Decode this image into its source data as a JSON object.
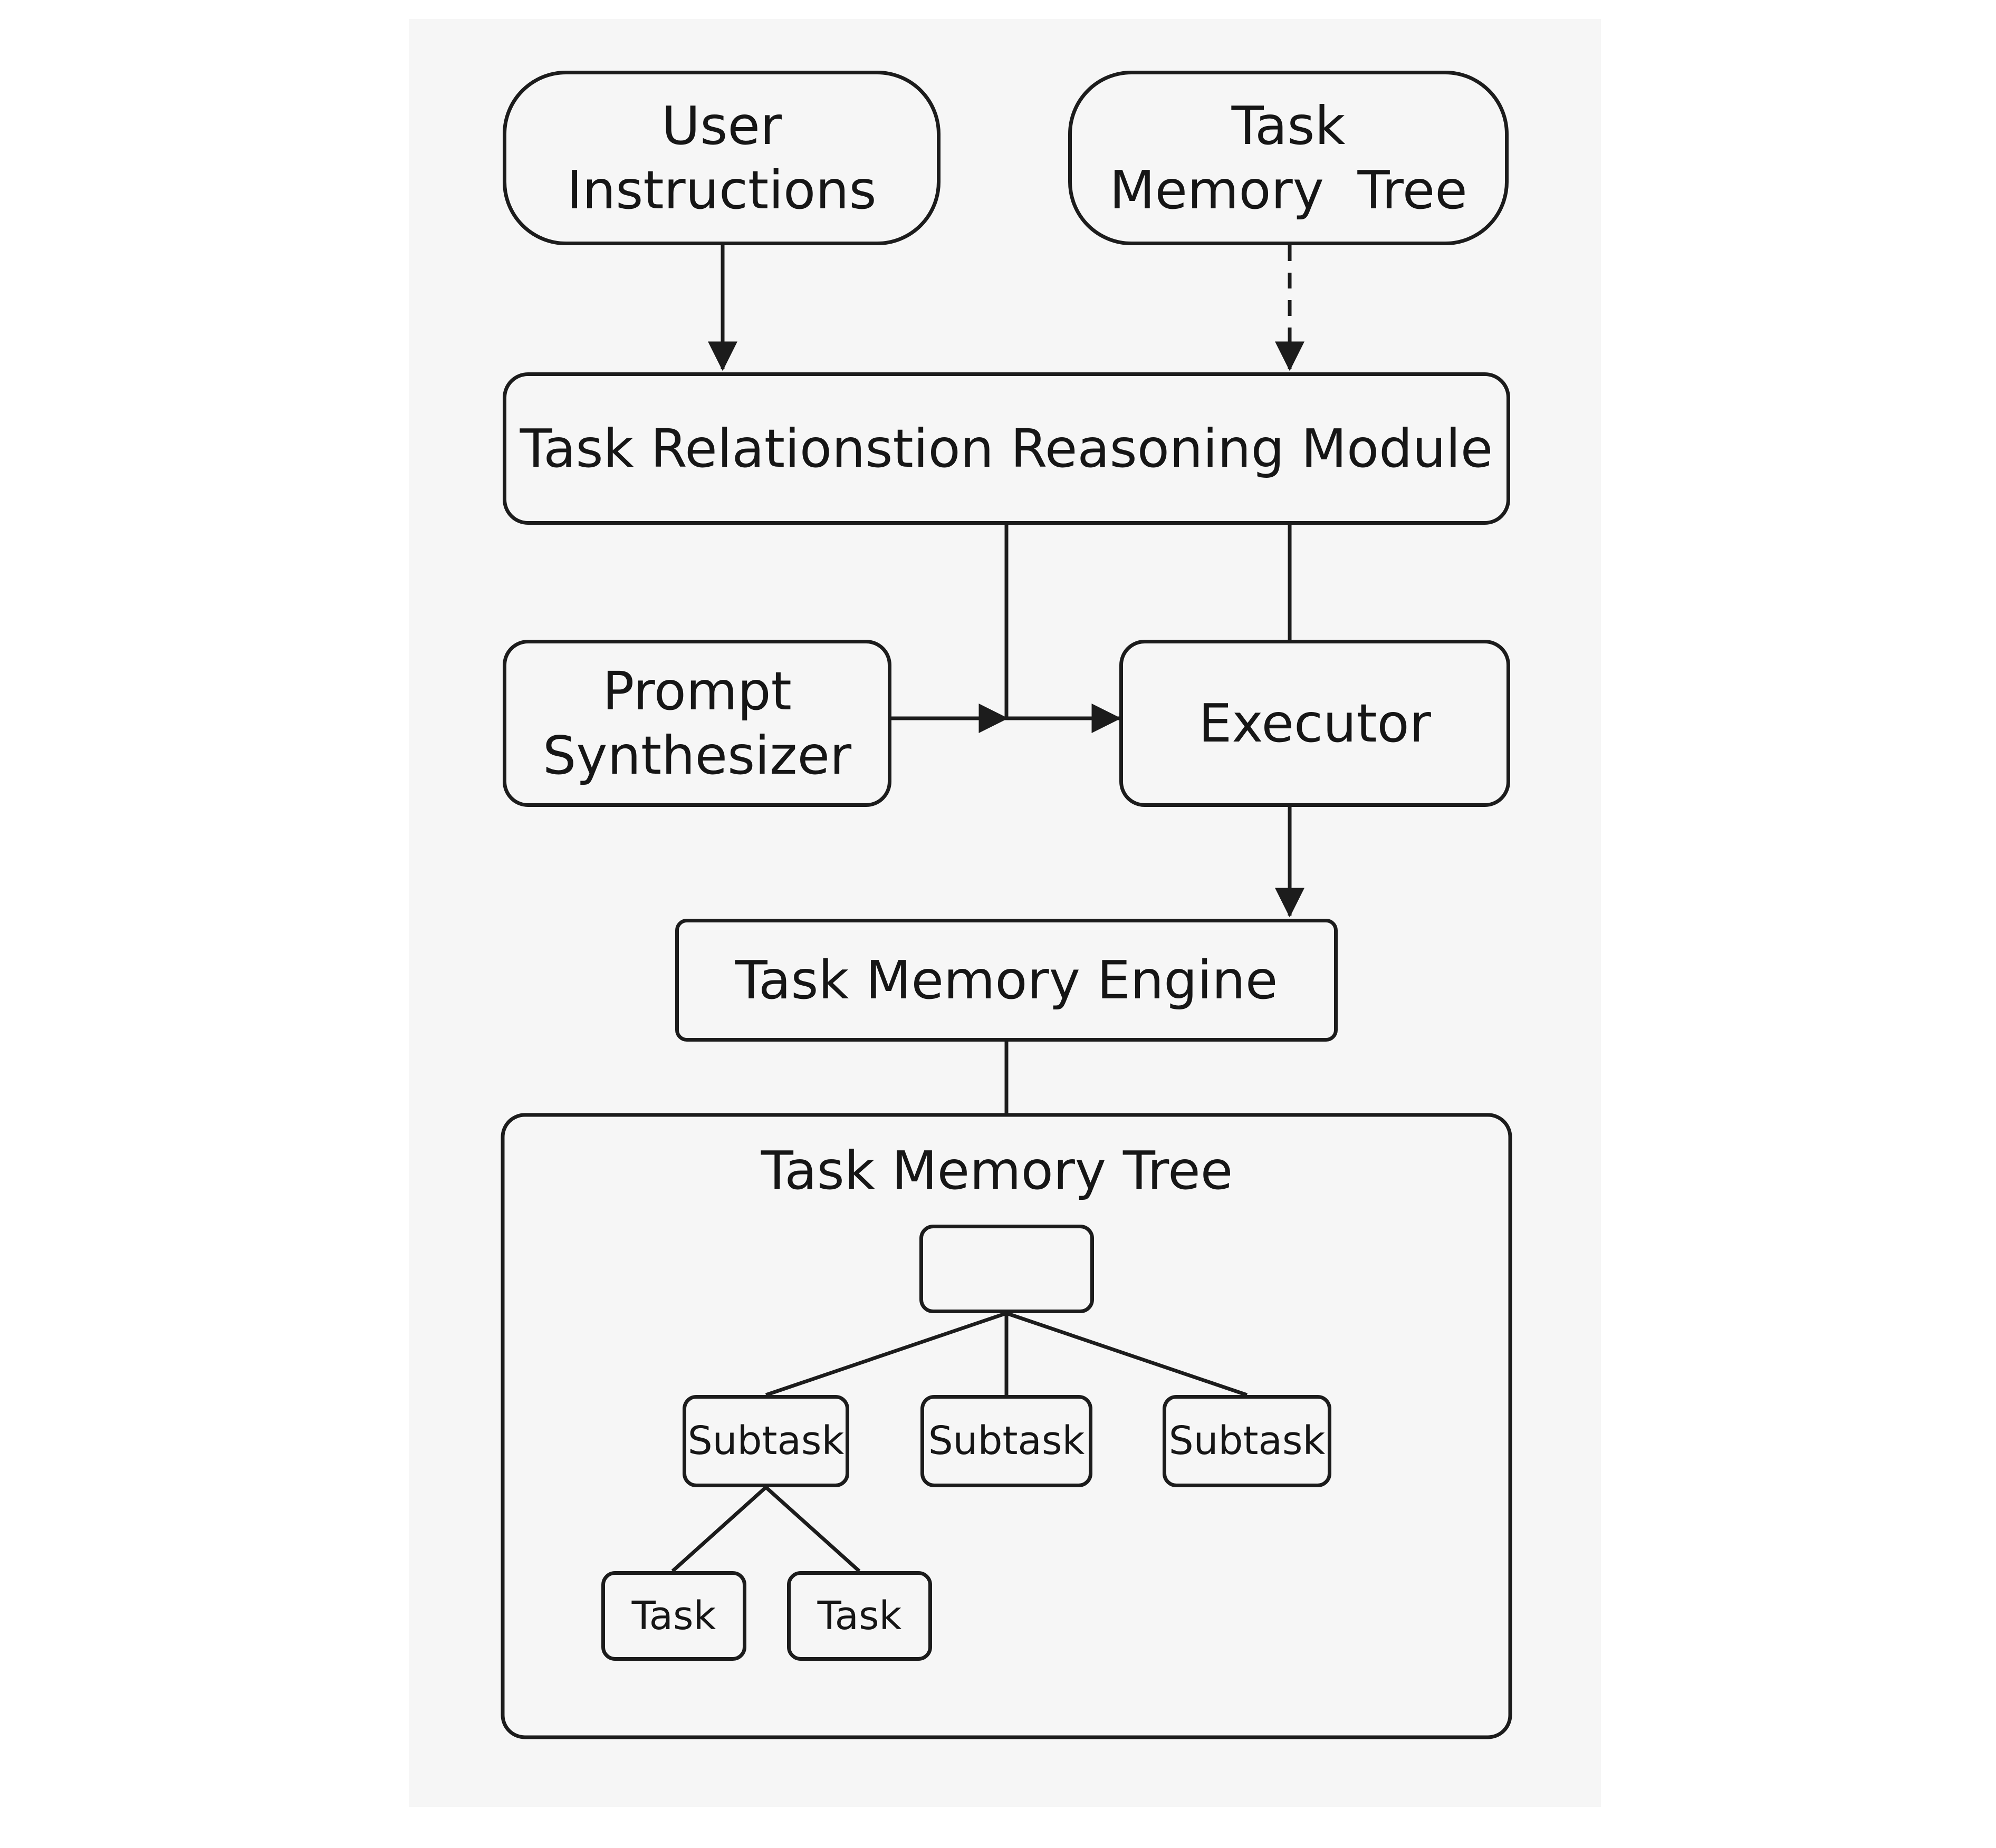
{
  "diagram": {
    "colors": {
      "background": "#ffffff",
      "panel": "#f6f6f6",
      "stroke": "#1c1c1c",
      "text": "#161616"
    },
    "nodes": {
      "user_instructions": {
        "line1": "User",
        "line2": "Instructions"
      },
      "task_memory_tree_input": {
        "line1": "Task",
        "line2": "Memory  Tree"
      },
      "reasoning_module": {
        "label": "Task Relationstion Reasoning Module"
      },
      "prompt_synthesizer": {
        "line1": "Prompt",
        "line2": "Synthesizer"
      },
      "executor": {
        "label": "Executor"
      },
      "memory_engine": {
        "label": "Task Memory Engine"
      }
    },
    "tree": {
      "title": "Task Memory Tree",
      "root_label": "",
      "subtasks": [
        "Subtask",
        "Subtask",
        "Subtask"
      ],
      "tasks": [
        "Task",
        "Task"
      ]
    },
    "edges": [
      {
        "from": "User Instructions",
        "to": "Task Relationstion Reasoning Module",
        "style": "solid",
        "arrow": true
      },
      {
        "from": "Task Memory Tree",
        "to": "Task Relationstion Reasoning Module",
        "style": "dashed",
        "arrow": true
      },
      {
        "from": "Task Relationstion Reasoning Module",
        "to": "Executor",
        "style": "solid",
        "arrow": true
      },
      {
        "from": "Prompt Synthesizer",
        "to": "Executor",
        "style": "solid",
        "arrow": true
      },
      {
        "from": "Executor",
        "to": "Task Memory Engine",
        "style": "solid",
        "arrow": true
      },
      {
        "from": "Task Memory Engine",
        "to": "Task Memory Tree",
        "style": "solid",
        "arrow": false
      }
    ]
  }
}
